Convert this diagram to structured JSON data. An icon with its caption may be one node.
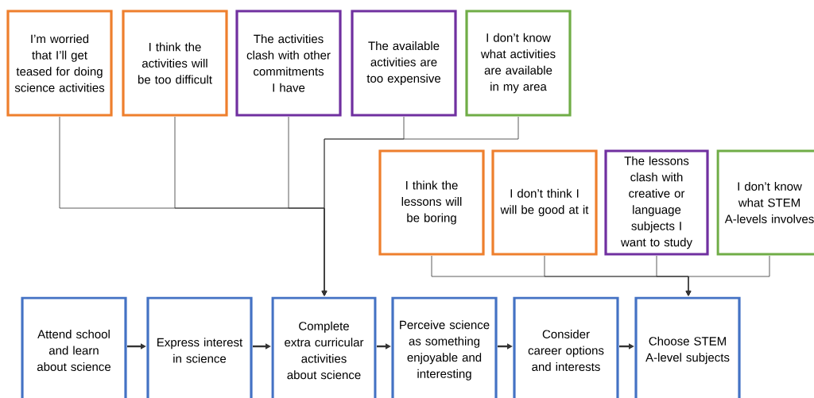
{
  "diagram": {
    "nodes": [
      {
        "text": [
          "I’m worried that I’ll get teased for doing science activities"
        ]
      },
      {
        "text": [
          "I think the activities will be too difficult"
        ]
      },
      {
        "text": [
          "The activities clash with other commitments I have"
        ]
      },
      {
        "text": [
          "The available activities are too expensive"
        ]
      },
      {
        "text": [
          "I don’t know what activities are available in my area"
        ]
      },
      {
        "text": [
          "I think the lessons will be boring"
        ]
      },
      {
        "text": [
          "I don’t think I will be good at it"
        ]
      },
      {
        "text": [
          "The lessons clash with creative or language subjects I want to study"
        ]
      },
      {
        "text": [
          "I don’t know what STEM A-levels involves"
        ]
      },
      {
        "text": [
          "Attend school and learn about science"
        ]
      },
      {
        "text": [
          "Express interest in science"
        ]
      },
      {
        "text": [
          "Complete extra curricular activities about science"
        ]
      },
      {
        "text": [
          "Perceive science as something enjoyable and interesting"
        ]
      },
      {
        "text": [
          "Consider career options and interests"
        ]
      },
      {
        "text": [
          "Choose STEM A-level subjects"
        ]
      }
    ],
    "edges": [
      {
        "from": 0,
        "to": 11,
        "arrow": "to"
      },
      {
        "from": 1,
        "to": 11,
        "arrow": "to"
      },
      {
        "from": 2,
        "to": 11,
        "arrow": "to"
      },
      {
        "from": 3,
        "to": 11,
        "arrow": "to"
      },
      {
        "from": 4,
        "to": 11,
        "arrow": "to"
      },
      {
        "from": 5,
        "to": 14,
        "arrow": "to"
      },
      {
        "from": 6,
        "to": 14,
        "arrow": "to"
      },
      {
        "from": 7,
        "to": 14,
        "arrow": "to"
      },
      {
        "from": 8,
        "to": 14,
        "arrow": "to"
      },
      {
        "from": 9,
        "to": 10,
        "arrow": "to",
        "style": "thick"
      },
      {
        "from": 10,
        "to": 11,
        "arrow": "to",
        "style": "thick"
      },
      {
        "from": 11,
        "to": 12,
        "arrow": "to",
        "style": "thick"
      },
      {
        "from": 12,
        "to": 13,
        "arrow": "to",
        "style": "thick"
      },
      {
        "from": 13,
        "to": 14,
        "arrow": "to",
        "style": "thick"
      }
    ]
  }
}
